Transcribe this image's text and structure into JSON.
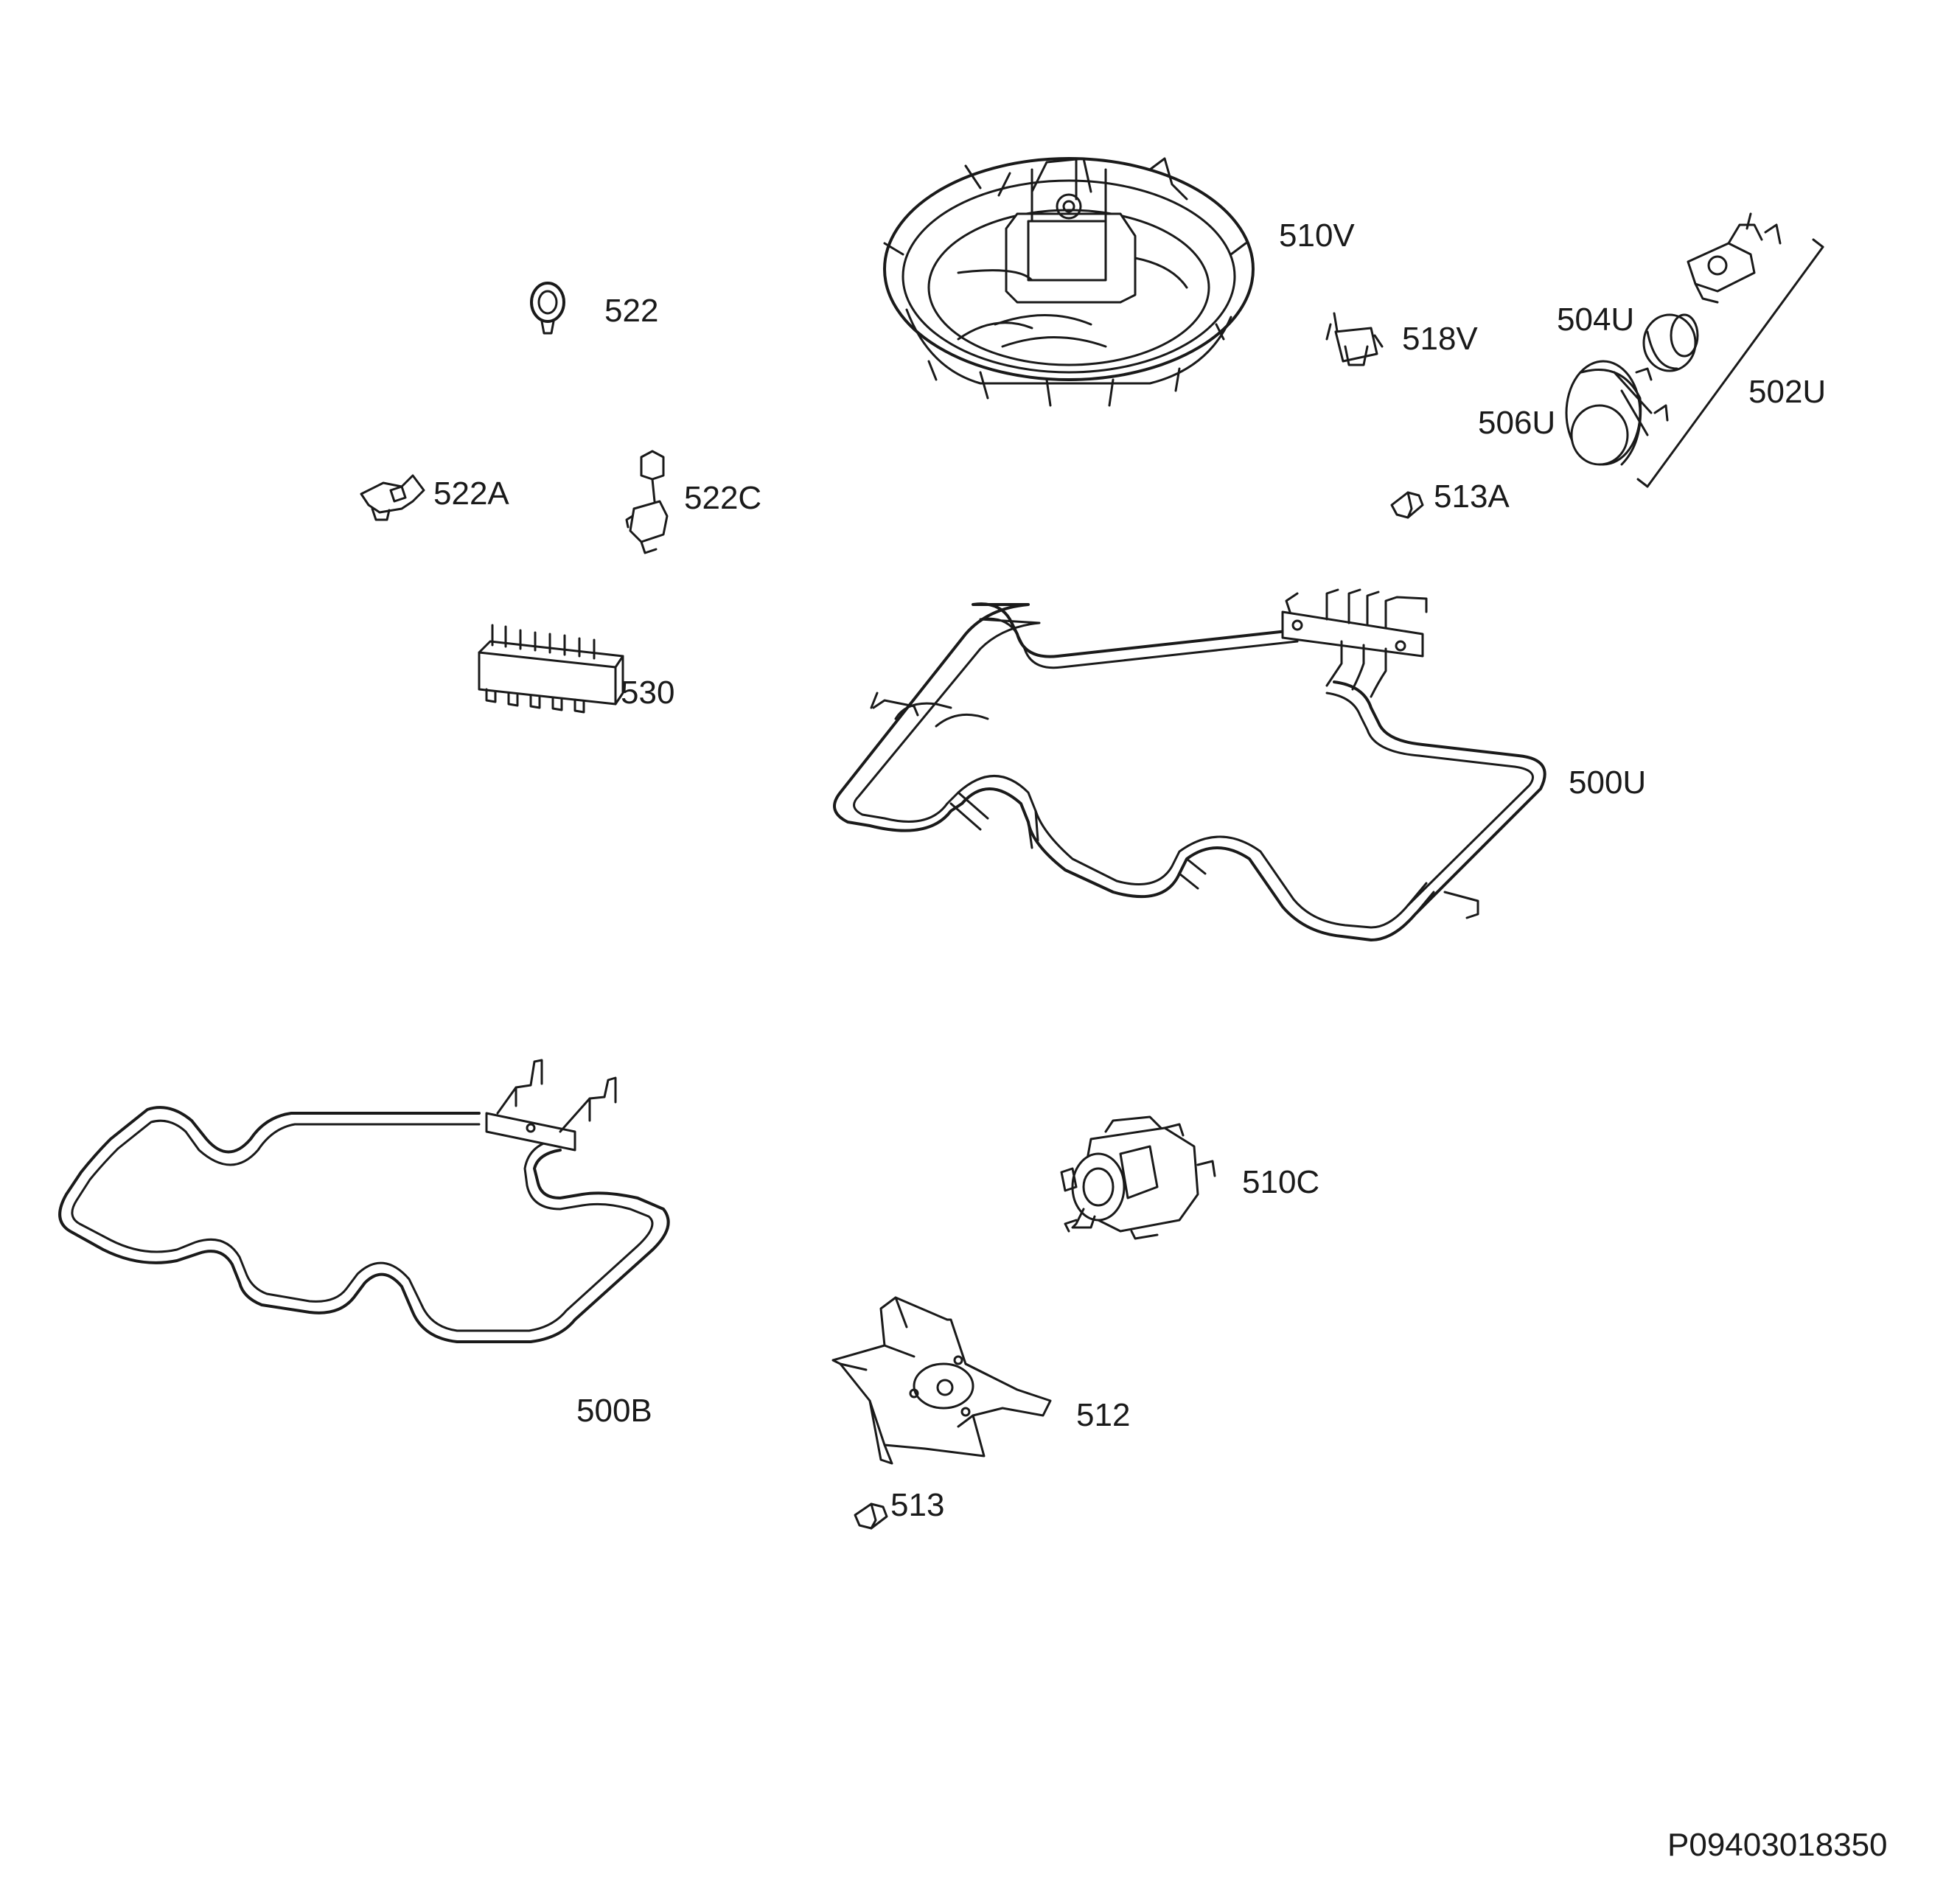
{
  "diagram": {
    "line_color": "#1a1a1a",
    "background": "#ffffff",
    "parts": [
      {
        "id": "510V",
        "label": "510V",
        "icon": "fan-assembly-icon"
      },
      {
        "id": "522",
        "label": "522",
        "icon": "clip-icon"
      },
      {
        "id": "518V",
        "label": "518V",
        "icon": "thermostat-bracket-icon"
      },
      {
        "id": "504U",
        "label": "504U",
        "icon": "lamp-bulb-icon"
      },
      {
        "id": "502U",
        "label": "502U",
        "icon": "lamp-assembly-icon"
      },
      {
        "id": "506U",
        "label": "506U",
        "icon": "lamp-cover-icon"
      },
      {
        "id": "522A",
        "label": "522A",
        "icon": "bracket-icon"
      },
      {
        "id": "522C",
        "label": "522C",
        "icon": "connector-icon"
      },
      {
        "id": "513A",
        "label": "513A",
        "icon": "nut-icon"
      },
      {
        "id": "530",
        "label": "530",
        "icon": "terminal-block-icon"
      },
      {
        "id": "500U",
        "label": "500U",
        "icon": "top-heating-element-icon"
      },
      {
        "id": "500B",
        "label": "500B",
        "icon": "bottom-heating-element-icon"
      },
      {
        "id": "510C",
        "label": "510C",
        "icon": "fan-motor-icon"
      },
      {
        "id": "512",
        "label": "512",
        "icon": "fan-blade-icon"
      },
      {
        "id": "513",
        "label": "513",
        "icon": "nut-icon"
      }
    ]
  },
  "document": {
    "code": "P09403018350"
  }
}
